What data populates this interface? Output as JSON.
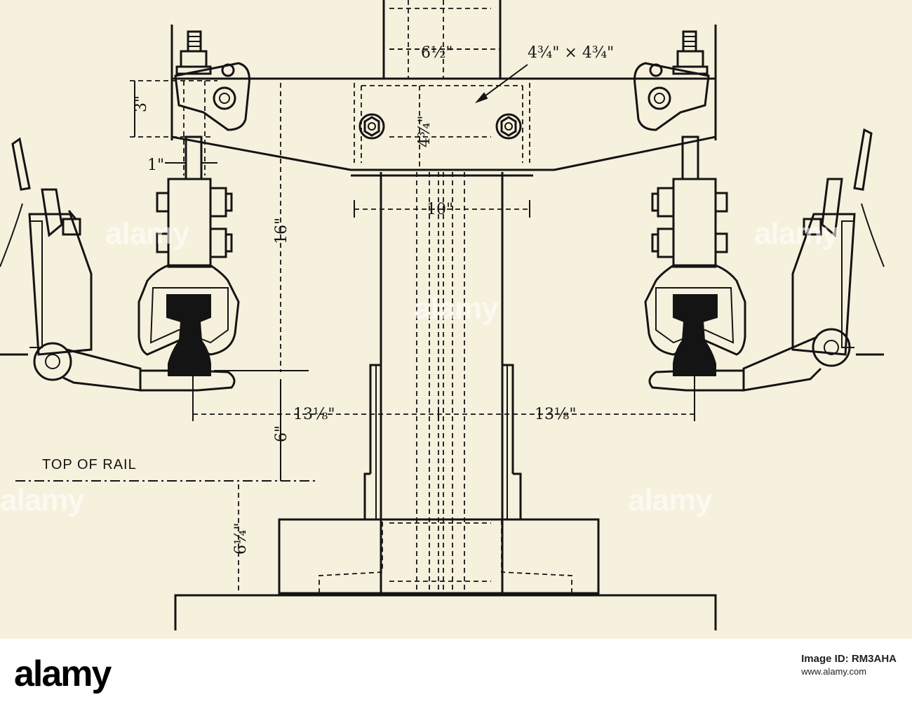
{
  "dimensions": {
    "top_post": "6½\"",
    "bracket_size": "4¾\" × 4¾\"",
    "top_gap": "3\"",
    "bolt_spacing": "4¾\"",
    "shoe_width": "1\"",
    "shoe_height": "16\"",
    "base_width": "10\"",
    "left_gauge": "13⅛\"",
    "right_gauge": "13⅛\"",
    "rail_clearance": "6\"",
    "rail_to_base": "6¼\""
  },
  "labels": {
    "top_of_rail": "TOP OF RAIL"
  },
  "watermark": "alamy",
  "footer": {
    "logo": "alamy",
    "caption": "Image ID: RM3AHA",
    "url": "www.alamy.com"
  }
}
